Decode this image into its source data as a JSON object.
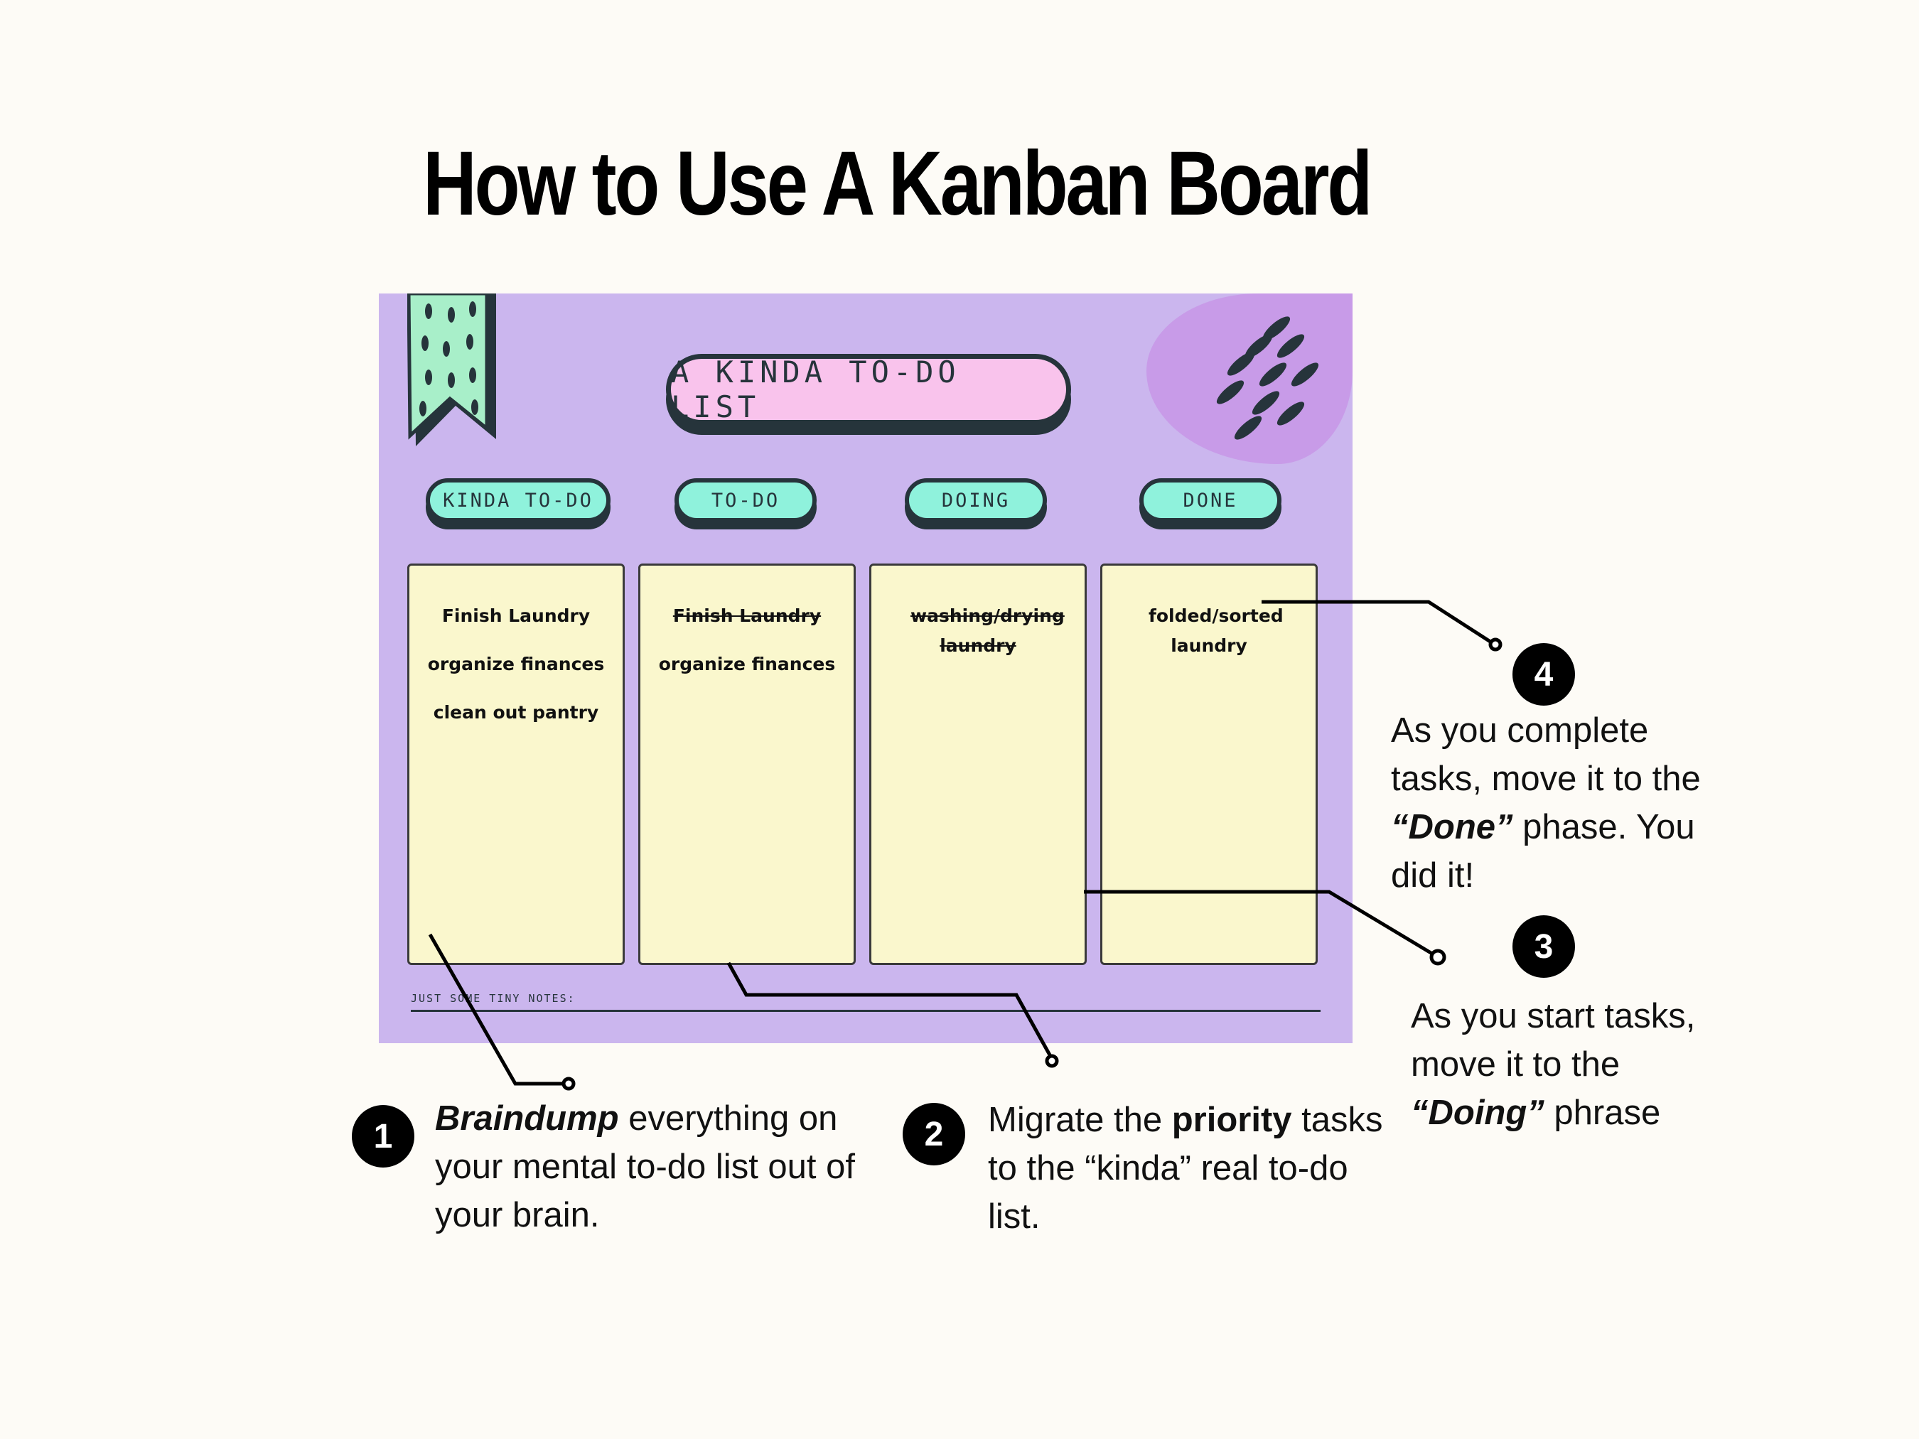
{
  "title": "How to Use A Kanban Board",
  "board": {
    "heading": "A KINDA TO-DO LIST",
    "columns": [
      {
        "label": "KINDA TO-DO",
        "tasks": [
          {
            "text": "Finish Laundry",
            "struck": false
          },
          {
            "text": "organize finances",
            "struck": false
          },
          {
            "text": "clean out pantry",
            "struck": false
          }
        ]
      },
      {
        "label": "TO-DO",
        "tasks": [
          {
            "text": "Finish Laundry",
            "struck": true
          },
          {
            "text": "organize finances",
            "struck": false
          }
        ]
      },
      {
        "label": "DOING",
        "tasks": [
          {
            "text": "washing/drying laundry",
            "struck": true
          }
        ]
      },
      {
        "label": "DONE",
        "tasks": [
          {
            "text": "folded/sorted laundry",
            "struck": false
          }
        ]
      }
    ],
    "notes_label": "JUST SOME TINY NOTES:"
  },
  "steps": [
    {
      "number": "1",
      "parts": [
        {
          "t": "Braindump",
          "style": "bi"
        },
        {
          "t": " everything on your mental to-do list out of your brain.",
          "style": ""
        }
      ]
    },
    {
      "number": "2",
      "parts": [
        {
          "t": "Migrate the ",
          "style": ""
        },
        {
          "t": "priority",
          "style": "b"
        },
        {
          "t": " tasks to the “kinda” real to-do list.",
          "style": ""
        }
      ]
    },
    {
      "number": "3",
      "parts": [
        {
          "t": "As you start tasks, move it to the ",
          "style": ""
        },
        {
          "t": "“Doing”",
          "style": "bi"
        },
        {
          "t": " phrase",
          "style": ""
        }
      ]
    },
    {
      "number": "4",
      "parts": [
        {
          "t": "As you complete tasks, move it to the ",
          "style": ""
        },
        {
          "t": "“Done”",
          "style": "bi"
        },
        {
          "t": " phase. You did it!",
          "style": ""
        }
      ]
    }
  ],
  "colors": {
    "board_bg": "#cbb6ee",
    "pill_bg": "#8ff2dc",
    "heading_bg": "#f9c3ec",
    "column_bg": "#faf7cd",
    "ink": "#26343b"
  }
}
